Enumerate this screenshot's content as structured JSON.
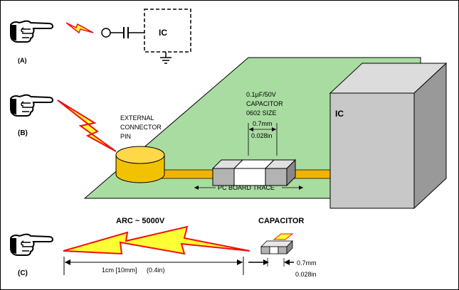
{
  "panels": {
    "a": {
      "label": "(A)",
      "ic_label": "IC"
    },
    "b": {
      "label": "(B)",
      "connector_label": [
        "EXTERNAL",
        "CONNECTOR",
        "PIN"
      ],
      "capacitor_label": [
        "0.1µF/50V",
        "CAPACITOR",
        "0602 SIZE"
      ],
      "dim_mm": "0.7mm",
      "dim_in": "0.028in",
      "trace_label": "PC BOARD TRACE",
      "ic_label": "IC"
    },
    "c": {
      "label": "(C)",
      "arc_title": "ARC ~ 5000V",
      "arc_length": "1cm [10mm]",
      "arc_length_in": "(0.4in)",
      "capacitor_title": "CAPACITOR",
      "dim_mm": "0.7mm",
      "dim_in": "0.028in"
    }
  },
  "colors": {
    "board": "#a9dca1",
    "trace": "#f2b300",
    "bolt_fill": "#ffff33",
    "bolt_stroke": "#ee1111",
    "connector": "#f2c200",
    "ic_front": "#c8c8c8",
    "ic_side": "#999999",
    "ic_top": "#dcdcdc"
  }
}
